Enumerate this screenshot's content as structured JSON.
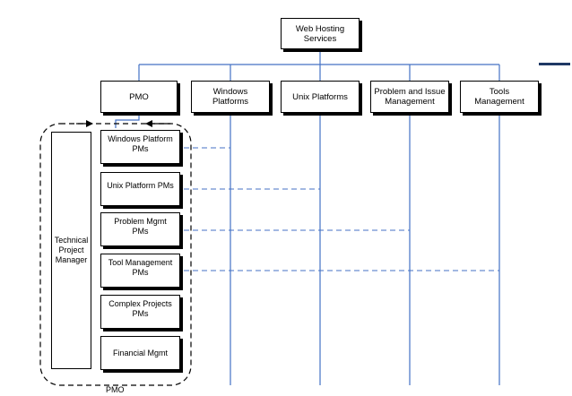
{
  "root": {
    "label": "Web Hosting\nServices"
  },
  "top_nodes": [
    {
      "label": "PMO"
    },
    {
      "label": "Windows\nPlatforms"
    },
    {
      "label": "Unix Platforms"
    },
    {
      "label": "Problem and Issue\nManagement"
    },
    {
      "label": "Tools\nManagement"
    }
  ],
  "pmo_group": {
    "side_box": "Technical\nProject\nManager",
    "caption": "PMO",
    "items": [
      {
        "label": "Windows Platform\nPMs"
      },
      {
        "label": "Unix Platform PMs"
      },
      {
        "label": "Problem Mgmt\nPMs"
      },
      {
        "label": "Tool Management\nPMs"
      },
      {
        "label": "Complex Projects\nPMs"
      },
      {
        "label": "Financial Mgmt"
      }
    ]
  },
  "colors": {
    "connector": "#4472c4",
    "border": "#000000",
    "accent": "#1f3864"
  }
}
